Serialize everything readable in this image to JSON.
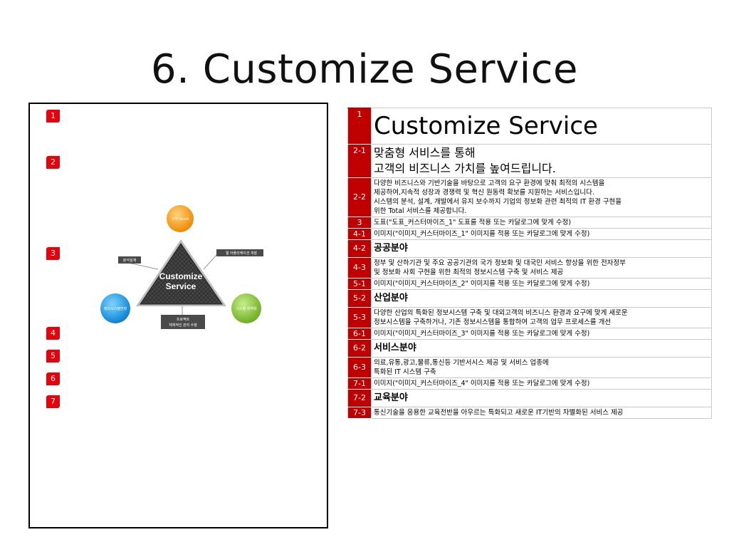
{
  "title": "6. Customize Service",
  "markers": [
    "1",
    "2",
    "3",
    "4",
    "5",
    "6",
    "7"
  ],
  "diagram": {
    "center_line1": "Customize",
    "center_line2": "Service",
    "top_node": "고객 Needs",
    "left_node": "정보시스템전략",
    "right_node": "시스템 최적화",
    "label_left": "분석설계",
    "label_right": "웹 어플리케이션 개발",
    "label_bottom_line1": "프로젝트",
    "label_bottom_line2": "체계적인 관리 수행",
    "colors": {
      "top": "#f7a11a",
      "left": "#1e9be0",
      "right": "#8cc63f",
      "triangle": "#3a3a3a"
    }
  },
  "rows": [
    {
      "num": "1",
      "text": "Customize Service",
      "style": "huge"
    },
    {
      "num": "2-1",
      "text": "맞춤형 서비스를 통해\n고객의 비즈니스 가치를 높여드립니다.",
      "style": "big"
    },
    {
      "num": "2-2",
      "text": "다양한 비즈니스와 기반기술을 바탕으로 고객의 요구 환경에 맞춰 최적의 시스템을\n제공하여,지속적 성장과 경쟁력 및 혁신 원동력 확보를 지원하는 서비스입니다.\n시스템의 분석, 설계, 개발에서 유지 보수까지 기업의 정보화 관련 최적의 IT 환경 구현을\n위한 Total 서비스를 제공합니다.",
      "style": "small"
    },
    {
      "num": "3",
      "text": "도표(\"도표_커스터마이즈_1\" 도표를 적용 또는 카달로그에 맞게 수정)",
      "style": "small"
    },
    {
      "num": "4-1",
      "text": "이미지(\"이미지_커스터마이즈_1\" 이미지를 적용 또는 카달로그에 맞게 수정)",
      "style": "small"
    },
    {
      "num": "4-2",
      "text": "공공분야",
      "style": "head"
    },
    {
      "num": "4-3",
      "text": "정부 및 산하기관 및 주요 공공기관의 국가 정보화 및 대국민 서비스 향상을 위한 전자정부\n및 정보화 사회 구현을 위한 최적의 정보시스템 구축 및 서비스 제공",
      "style": "small"
    },
    {
      "num": "5-1",
      "text": "이미지(\"이미지_커스터마이즈_2\" 이미지를 적용 또는 카달로그에 맞게 수정)",
      "style": "small"
    },
    {
      "num": "5-2",
      "text": "산업분야",
      "style": "head"
    },
    {
      "num": "5-3",
      "text": "다양한 산업의 특화된 정보시스템 구축 및 대외고객의 비즈니스 환경과 요구에 맞게 새로운\n정보시스템을 구축하거나, 기존 정보시스템을 통합하여 고객의 업무 프로세스를 개선",
      "style": "small"
    },
    {
      "num": "6-1",
      "text": "이미지(\"이미지_커스터마이즈_3\" 이미지를 적용 또는 카달로그에 맞게 수정)",
      "style": "small"
    },
    {
      "num": "6-2",
      "text": "서비스분야",
      "style": "head"
    },
    {
      "num": "6-3",
      "text": "의료,유통,광고,물류,통신등 기반서시스 제공 및 서비스 업종에\n특화된 IT 시스템 구축",
      "style": "small"
    },
    {
      "num": "7-1",
      "text": "이미지(\"이미지_커스터마이즈_4\" 이미지를 적용 또는 카달로그에 맞게 수정)",
      "style": "small"
    },
    {
      "num": "7-2",
      "text": "교육분야",
      "style": "head"
    },
    {
      "num": "7-3",
      "text": "통신기술을 응용한 교육전반을 아우르는 특화되고 새로운 IT기반의 차별화된 서비스 제공",
      "style": "small"
    }
  ]
}
